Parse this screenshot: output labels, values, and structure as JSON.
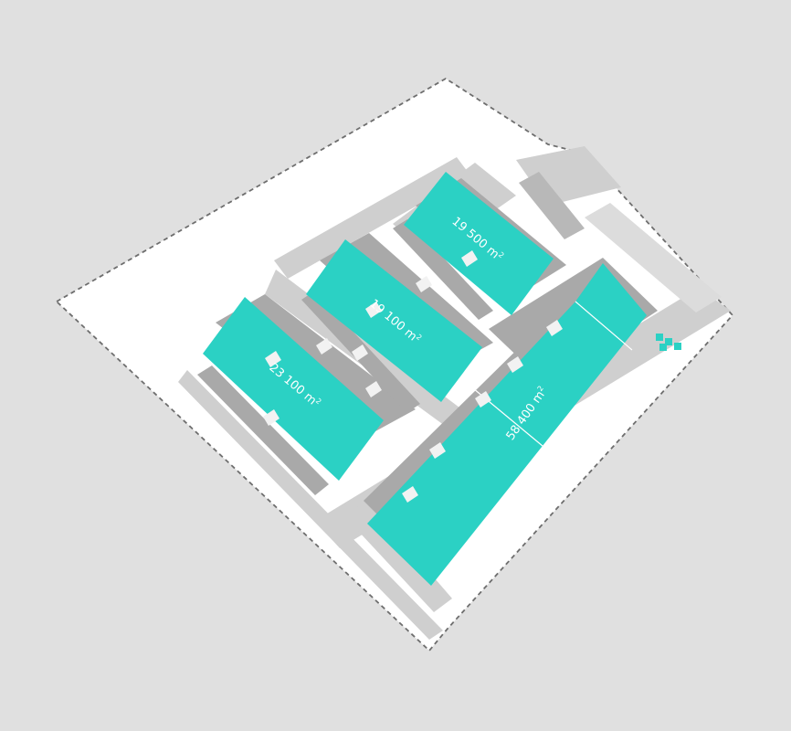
{
  "colors": {
    "background": "#e0e0e0",
    "site": "#ffffff",
    "boundary": "#6e6e6e",
    "road": "#cfcfcf",
    "dock": "#a9a9a9",
    "warehouse": "#2bd1c4",
    "dock_door": "#f2f2f2",
    "label": "#ffffff"
  },
  "icons": {
    "parking": "parking-lot-icon",
    "gatehouse": "gatehouse-icon"
  },
  "buildings": [
    {
      "id": "building-a",
      "area": "23 100",
      "unit": "m",
      "unit_sup": "2"
    },
    {
      "id": "building-b",
      "area": "19 100",
      "unit": "m",
      "unit_sup": "2"
    },
    {
      "id": "building-c",
      "area": "19 500",
      "unit": "m",
      "unit_sup": "2"
    },
    {
      "id": "building-d",
      "area": "58 400",
      "unit": "m",
      "unit_sup": "2"
    }
  ]
}
